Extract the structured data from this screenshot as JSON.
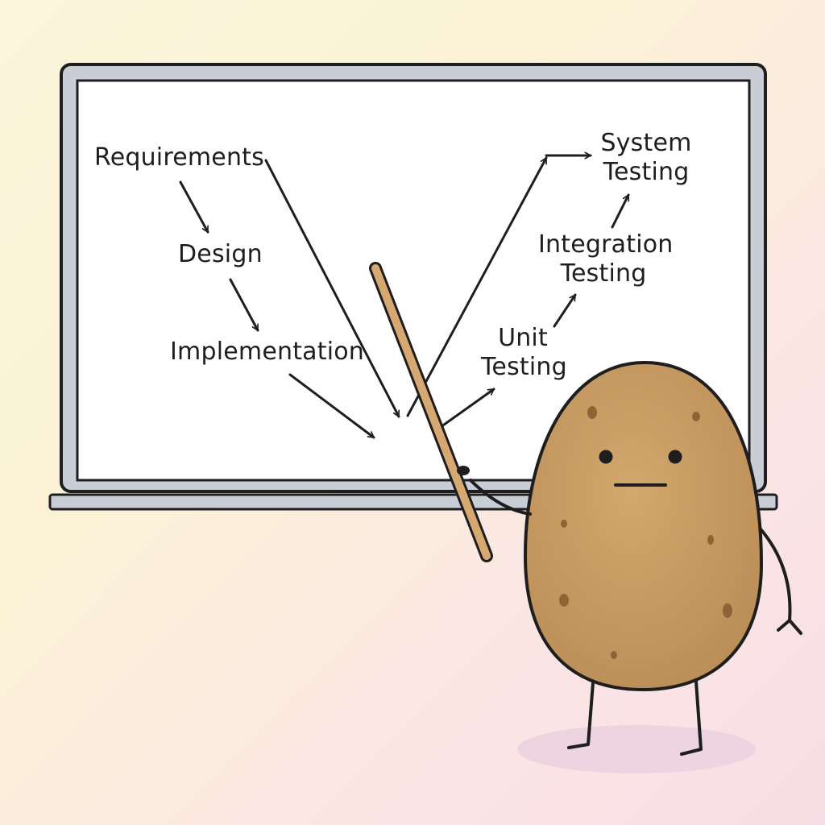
{
  "diagram": {
    "stages": {
      "requirements": "Requirements",
      "design": "Design",
      "implementation": "Implementation",
      "unit_testing_line1": "Unit",
      "unit_testing_line2": "Testing",
      "integration_testing_line1": "Integration",
      "integration_testing_line2": "Testing",
      "system_testing_line1": "System",
      "system_testing_line2": "Testing"
    }
  },
  "colors": {
    "board_frame": "#c9ced6",
    "board_surface": "#ffffff",
    "potato_skin": "#c59a62",
    "potato_spots": "#8e6436",
    "pointer_stick": "#d7a871",
    "ink": "#1e1e1e"
  }
}
